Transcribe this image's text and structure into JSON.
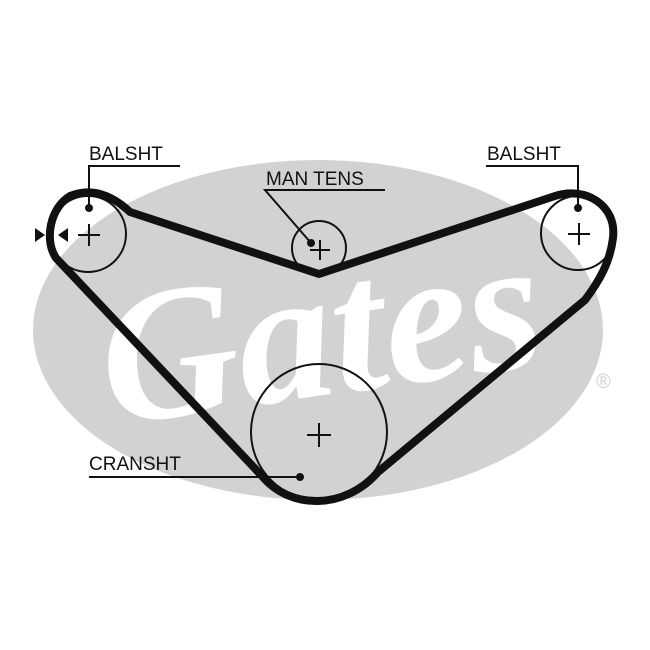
{
  "watermark": {
    "brand": "Gates",
    "registered": "®"
  },
  "labels": {
    "balshaft_left": "BALSHT",
    "tensioner": "MAN TENS",
    "balshaft_right": "BALSHT",
    "crankshaft": "CRANSHT"
  },
  "colors": {
    "belt": "#111111",
    "watermark_oval": "#d2d2d2",
    "background": "#ffffff"
  }
}
